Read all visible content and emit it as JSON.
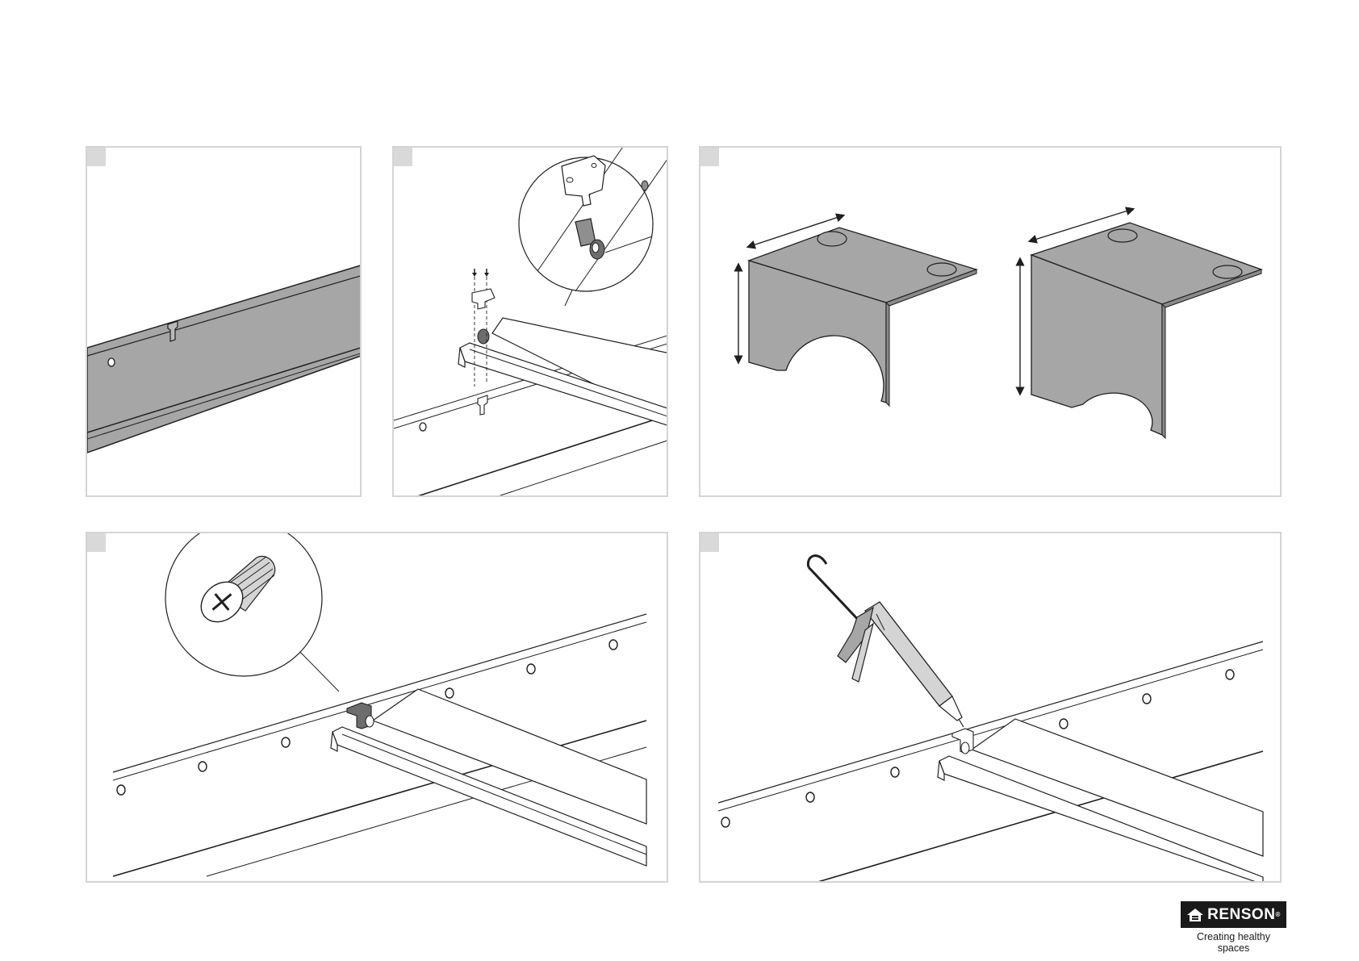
{
  "brand": {
    "name": "RENSON",
    "registered_mark": "®",
    "tagline": "Creating healthy spaces"
  },
  "colors": {
    "panel_border": "#d4d4d4",
    "step_marker": "#d9d9d9",
    "part_gray": "#a6a6a6",
    "line": "#1f1f1f",
    "brand_bg": "#1a1a1a"
  },
  "panels": [
    {
      "id": "step-1",
      "content": "profile-with-clip"
    },
    {
      "id": "step-2",
      "content": "insert-clip-into-profile-with-detail"
    },
    {
      "id": "step-3",
      "content": "bracket-variants"
    },
    {
      "id": "step-4",
      "content": "screw-fixing-with-detail"
    },
    {
      "id": "step-5",
      "content": "apply-sealant"
    }
  ]
}
